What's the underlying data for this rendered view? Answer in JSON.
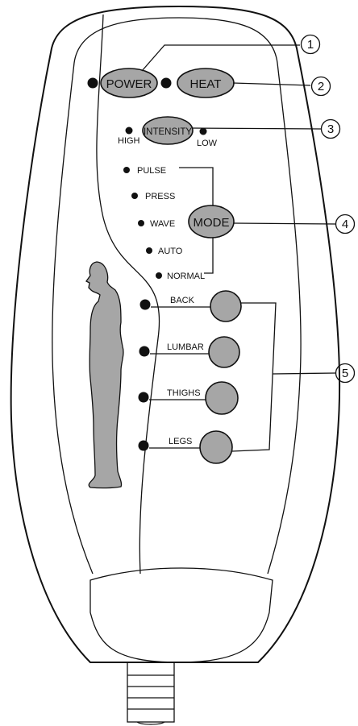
{
  "colors": {
    "button_fill": "#a6a6a6",
    "figure_fill": "#a6a6a6",
    "outline": "#111111",
    "indicator": "#111111",
    "background": "#ffffff"
  },
  "buttons": {
    "power": "POWER",
    "heat": "HEAT",
    "intensity": "INTENSITY",
    "mode": "MODE"
  },
  "intensity_levels": {
    "high": "HIGH",
    "low": "LOW"
  },
  "mode_options": [
    "PULSE",
    "PRESS",
    "WAVE",
    "AUTO",
    "NORMAL"
  ],
  "zones": [
    "BACK",
    "LUMBAR",
    "THIGHS",
    "LEGS"
  ],
  "callouts": [
    "1",
    "2",
    "3",
    "4",
    "5"
  ]
}
